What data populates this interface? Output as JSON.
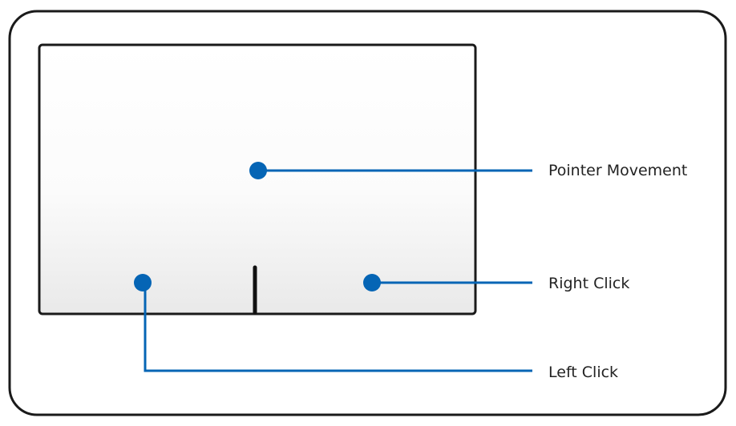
{
  "diagram": {
    "labels": {
      "pointer_movement": "Pointer Movement",
      "right_click": "Right Click",
      "left_click": "Left Click"
    },
    "colors": {
      "callout": "#0565b5",
      "outline": "#1a1a1a",
      "pad_top": "#ffffff",
      "pad_bottom": "#ececec"
    }
  }
}
